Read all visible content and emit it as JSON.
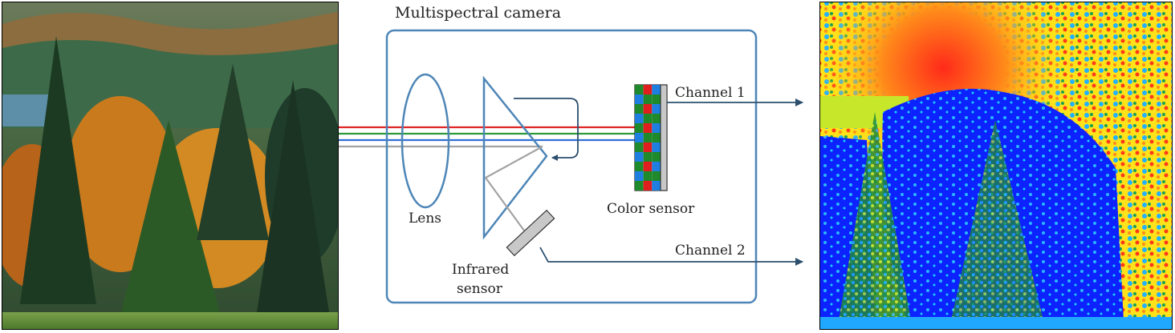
{
  "title": "Multispectral camera",
  "labels": {
    "lens": "Lens",
    "color_sensor": "Color sensor",
    "infrared_line1": "Infrared",
    "infrared_line2": "sensor",
    "channel1": "Channel 1",
    "channel2": "Channel 2"
  },
  "colors": {
    "frame": "#4e86b7",
    "arrow": "#2c4f6e",
    "ray_red": "#e02424",
    "ray_green": "#2a9a3a",
    "ray_blue": "#2f6fd6",
    "ray_gray": "#a3a3a3",
    "sensor_red": "#e01e1e",
    "sensor_green": "#1f8a2c",
    "sensor_blue": "#1e7fe0"
  },
  "icons": {
    "left_image": "forest-photo",
    "right_image": "false-color-infrared-image"
  }
}
